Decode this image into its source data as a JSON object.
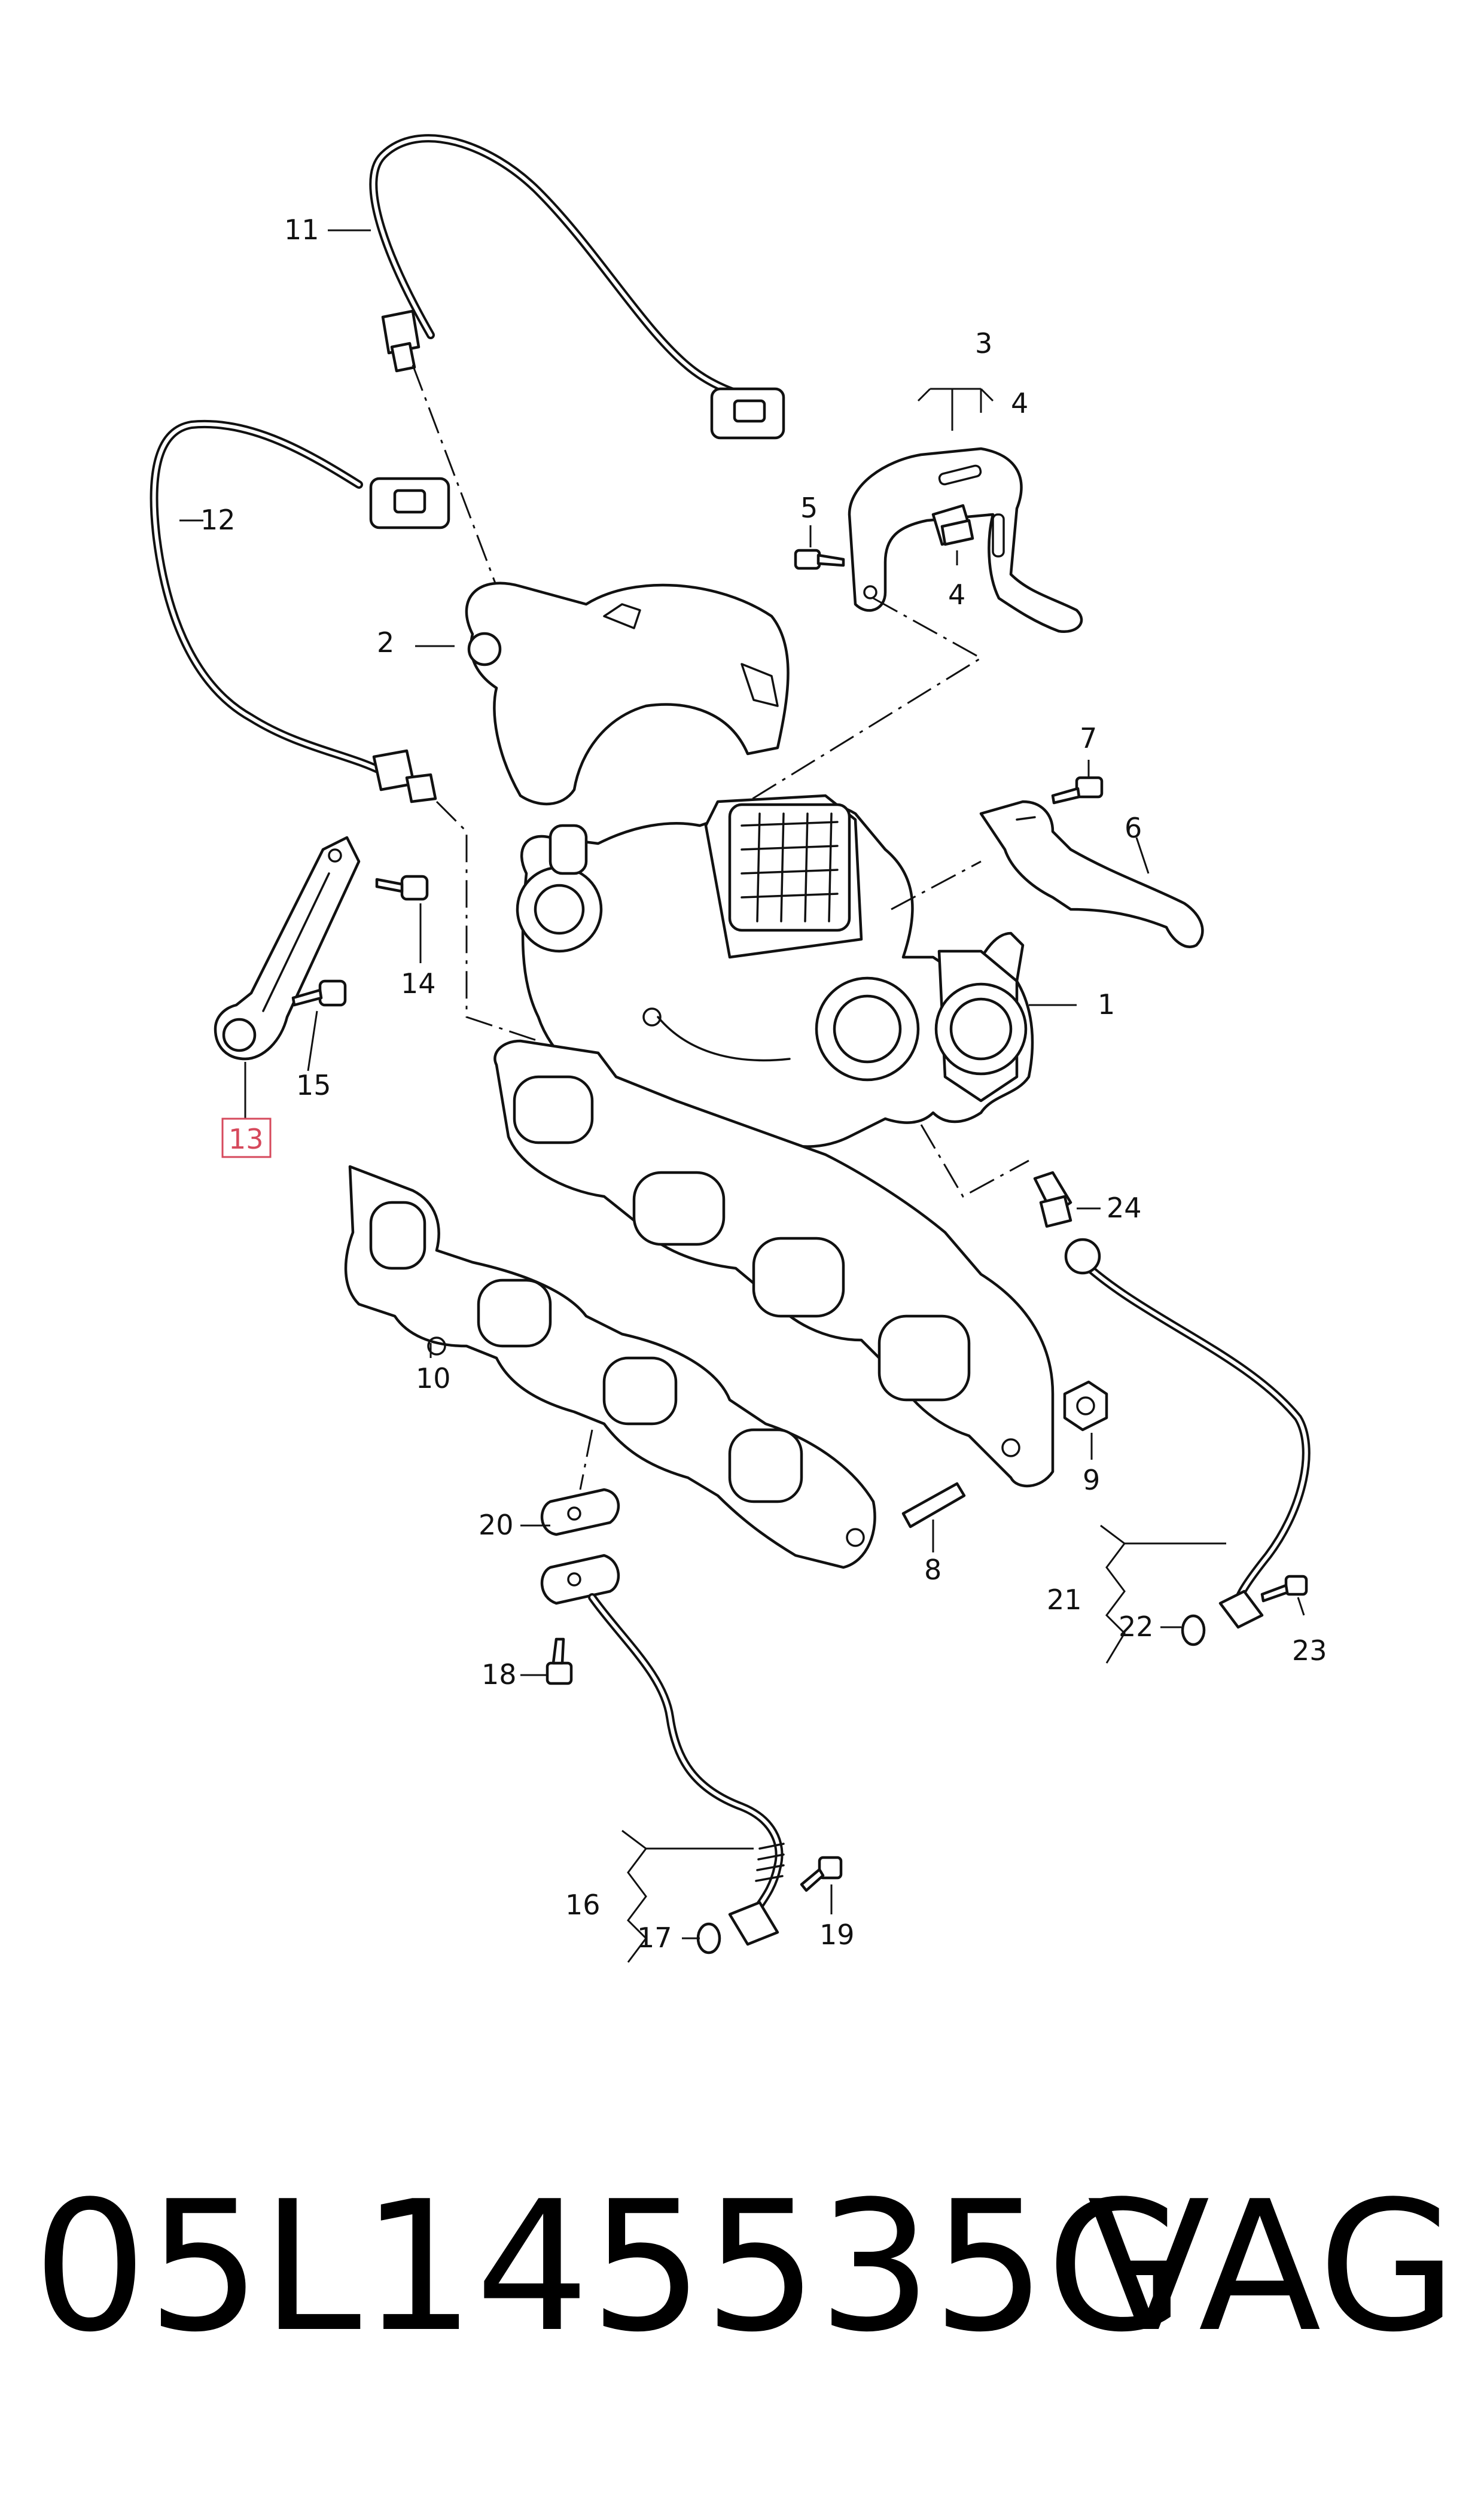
{
  "callouts": {
    "c1": "1",
    "c2": "2",
    "c3": "3",
    "c4a": "4",
    "c4b": "4",
    "c5": "5",
    "c6": "6",
    "c7": "7",
    "c8": "8",
    "c9": "9",
    "c10": "10",
    "c11": "11",
    "c12": "12",
    "c13": "13",
    "c14": "14",
    "c15": "15",
    "c16": "16",
    "c17": "17",
    "c18": "18",
    "c19": "19",
    "c20": "20",
    "c21": "21",
    "c22": "22",
    "c23": "23",
    "c24": "24"
  },
  "highlighted_callout": "13",
  "colors": {
    "line": "#111111",
    "highlight": "#d6495c",
    "background": "#ffffff"
  },
  "footer": {
    "part_number": "05L145535G",
    "brand": "VAG"
  }
}
